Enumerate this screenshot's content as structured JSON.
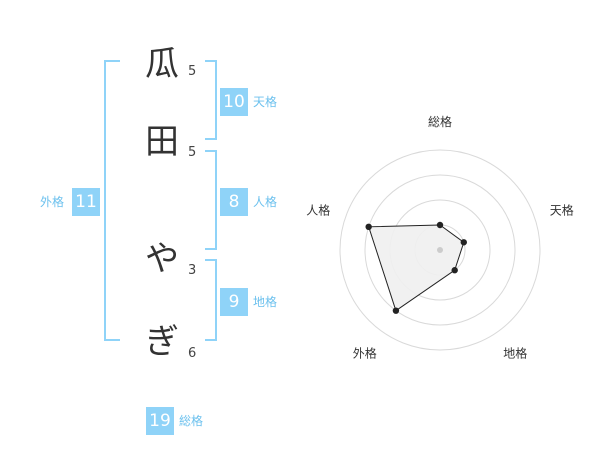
{
  "name": {
    "characters": [
      {
        "char": "瓜",
        "strokes": "5"
      },
      {
        "char": "田",
        "strokes": "5"
      },
      {
        "char": "や",
        "strokes": "3"
      },
      {
        "char": "ぎ",
        "strokes": "6"
      }
    ]
  },
  "fortunes": {
    "tenkaku": {
      "value": "10",
      "label": "天格"
    },
    "jinkaku": {
      "value": "8",
      "label": "人格"
    },
    "chikaku": {
      "value": "9",
      "label": "地格"
    },
    "gaikaku": {
      "value": "11",
      "label": "外格"
    },
    "soukaku": {
      "value": "19",
      "label": "総格"
    }
  },
  "chart_data": {
    "type": "radar",
    "axes": [
      "総格",
      "天格",
      "地格",
      "外格",
      "人格"
    ],
    "values": [
      1,
      1,
      1,
      3,
      3
    ],
    "range": [
      0,
      4
    ],
    "rings": 4,
    "grid": true,
    "colors": {
      "fill": "#f0f0f0",
      "line": "#222222",
      "grid": "#d9d9d9"
    }
  },
  "colors": {
    "accent": "#8fd3f8",
    "label": "#6cc1ee"
  }
}
